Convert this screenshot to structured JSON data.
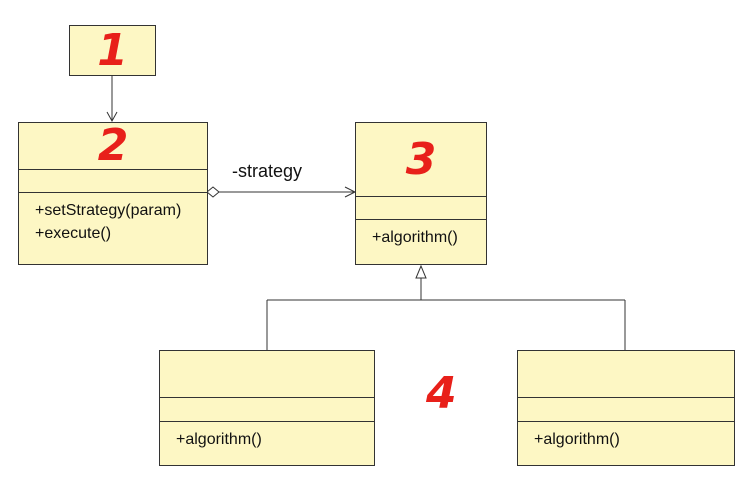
{
  "classes": {
    "box1": {
      "label": "1"
    },
    "box2": {
      "label": "2",
      "operations": [
        "+setStrategy(param)",
        "+execute()"
      ]
    },
    "box3": {
      "label": "3",
      "operations": [
        "+algorithm()"
      ]
    },
    "box4a": {
      "operations": [
        "+algorithm()"
      ]
    },
    "box4b": {
      "operations": [
        "+algorithm()"
      ]
    }
  },
  "association_label": "-strategy",
  "group_label": "4",
  "colors": {
    "class_fill": "#fdf7c4",
    "number_red": "#e8201a",
    "line": "#333333"
  }
}
